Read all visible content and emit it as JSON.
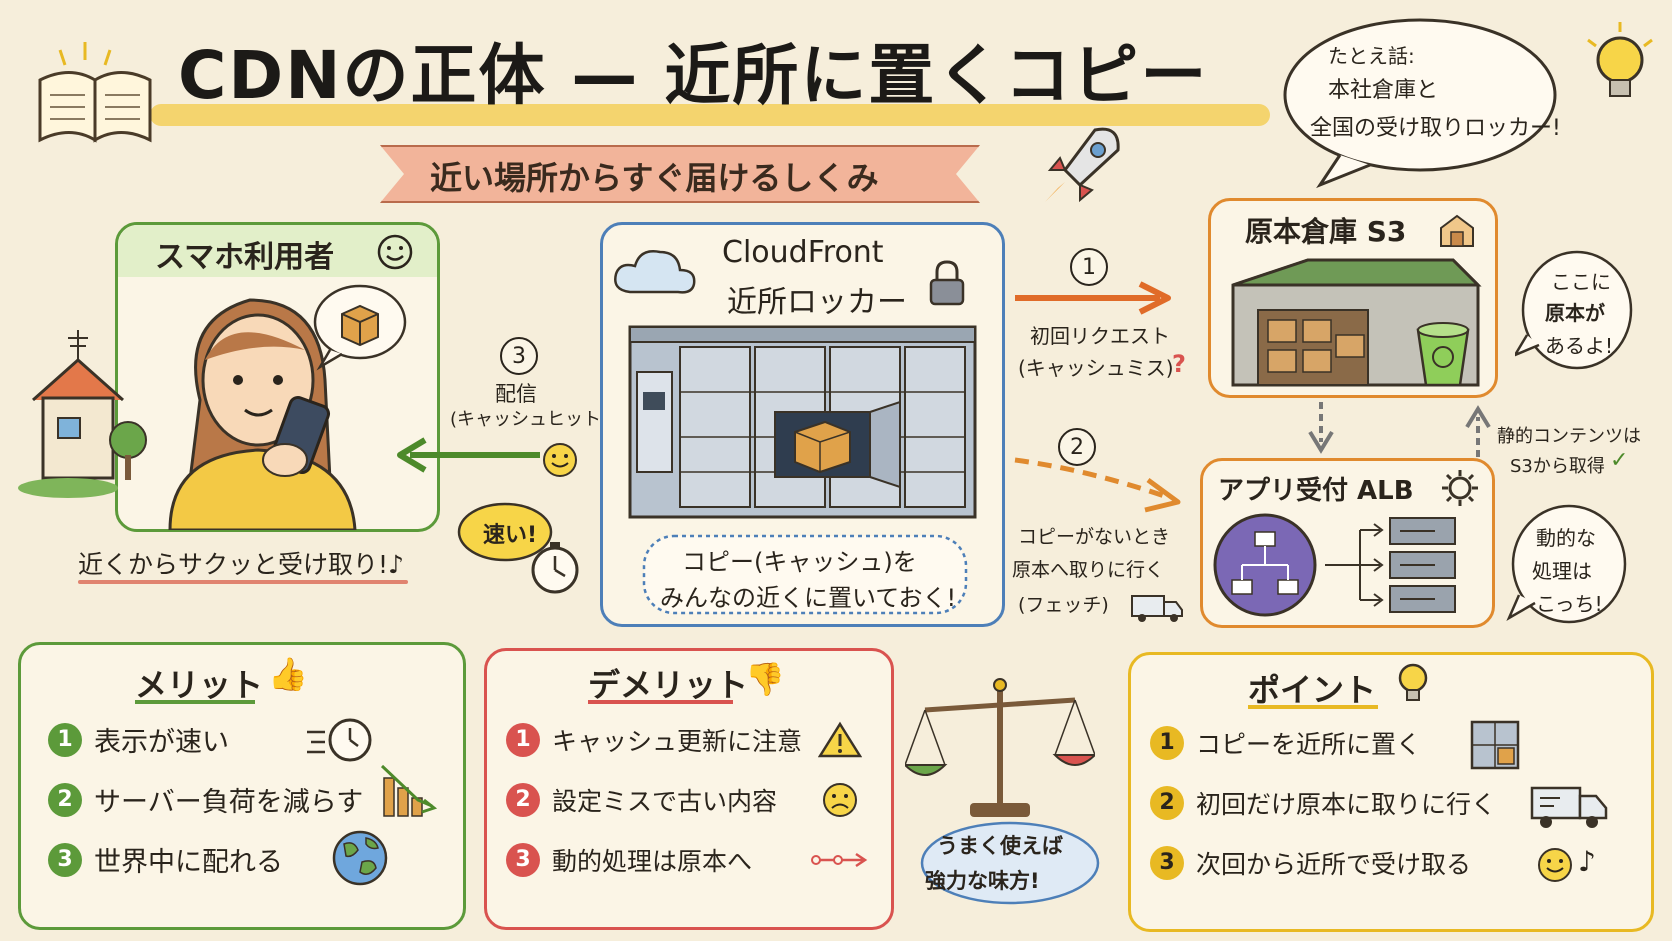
{
  "title": "CDNの正体 — 近所に置くコピー",
  "subtitle": "近い場所からすぐ届けるしくみ",
  "analogy": {
    "line1": "たとえ話:",
    "line2": "本社倉庫と",
    "line3": "全国の受け取りロッカー!"
  },
  "user_panel": {
    "title": "スマホ利用者",
    "caption": "近くからサクッと受け取り!♪"
  },
  "cloudfront": {
    "line1": "CloudFront",
    "line2": "近所ロッカー",
    "caption1": "コピー(キャッシュ)を",
    "caption2": "みんなの近くに置いておく!"
  },
  "s3": {
    "title": "原本倉庫 S3",
    "bubble1": "ここに",
    "bubble2": "原本が",
    "bubble3": "あるよ!"
  },
  "alb": {
    "title": "アプリ受付 ALB",
    "bubble1": "動的な",
    "bubble2": "処理は",
    "bubble3": "こっち!"
  },
  "flow": {
    "step1_num": "1",
    "step1_line1": "初回リクエスト",
    "step1_line2": "(キャッシュミス)",
    "step1_mark": "?",
    "step2_num": "2",
    "step2_line1": "コピーがないとき",
    "step2_line2": "原本へ取りに行く",
    "step2_line3": "(フェッチ)",
    "step3_num": "3",
    "step3_line1": "配信",
    "step3_line2": "(キャッシュヒット)",
    "fast": "速い!",
    "static_line1": "静的コンテンツは",
    "static_line2": "S3から取得"
  },
  "merits": {
    "title": "メリット",
    "items": [
      {
        "num": "1",
        "text": "表示が速い"
      },
      {
        "num": "2",
        "text": "サーバー負荷を減らす"
      },
      {
        "num": "3",
        "text": "世界中に配れる"
      }
    ]
  },
  "demerits": {
    "title": "デメリット",
    "items": [
      {
        "num": "1",
        "text": "キャッシュ更新に注意"
      },
      {
        "num": "2",
        "text": "設定ミスで古い内容"
      },
      {
        "num": "3",
        "text": "動的処理は原本へ"
      }
    ]
  },
  "balance": {
    "line1": "うまく使えば",
    "line2": "強力な味方!"
  },
  "points": {
    "title": "ポイント",
    "items": [
      {
        "num": "1",
        "text": "コピーを近所に置く"
      },
      {
        "num": "2",
        "text": "初回だけ原本に取りに行く"
      },
      {
        "num": "3",
        "text": "次回から近所で受け取る"
      }
    ]
  },
  "colors": {
    "green": "#5c9a3a",
    "blue": "#4d7fb8",
    "orange": "#e08a2e",
    "red": "#d9534f",
    "yellow": "#e8b923",
    "purple": "#6b5aa5"
  }
}
